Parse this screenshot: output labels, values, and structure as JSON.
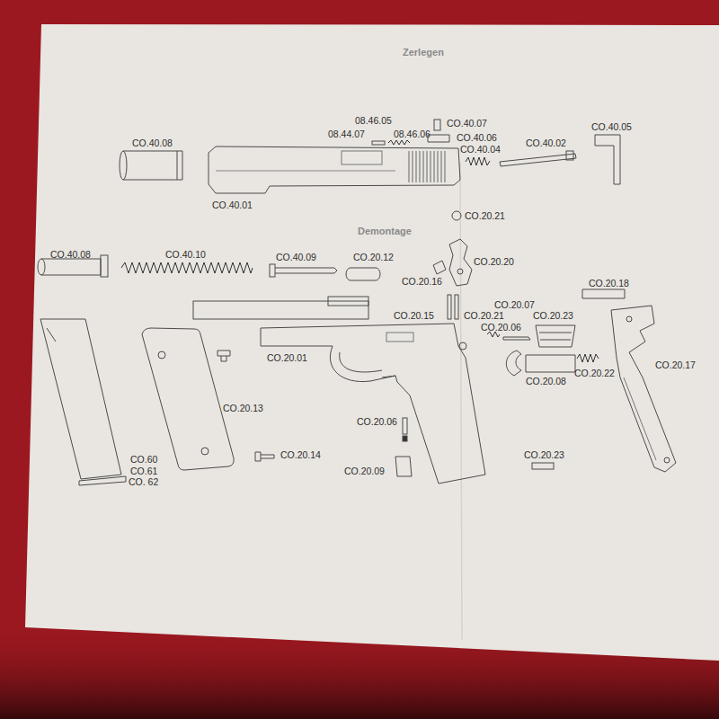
{
  "diagram": {
    "labels": [
      "Zerlegen",
      "CO.40.08",
      "08.46.05",
      "08.44.07",
      "08.46.06",
      "CO.40.07",
      "CO.40.06",
      "CO.40.04",
      "CO.40.02",
      "CO.40.05",
      "CO.40.01",
      "CO.20.21",
      "Demontage",
      "CO.40.08",
      "CO.40.10",
      "CO.40.09",
      "CO.20.12",
      "CO.20.20",
      "CO.20.16",
      "CO.20.18",
      "CO.20.07",
      "CO.20.15",
      "CO.20.21",
      "CO.20.23",
      "CO.20.06",
      "CO.20.01",
      "CO.20.22",
      "CO.20.17",
      "CO.20.08",
      "CO.20.13",
      "CO.20.06",
      "CO.60",
      "CO.20.14",
      "CO.20.23",
      "CO.61",
      "CO. 62",
      "CO.20.09"
    ]
  }
}
